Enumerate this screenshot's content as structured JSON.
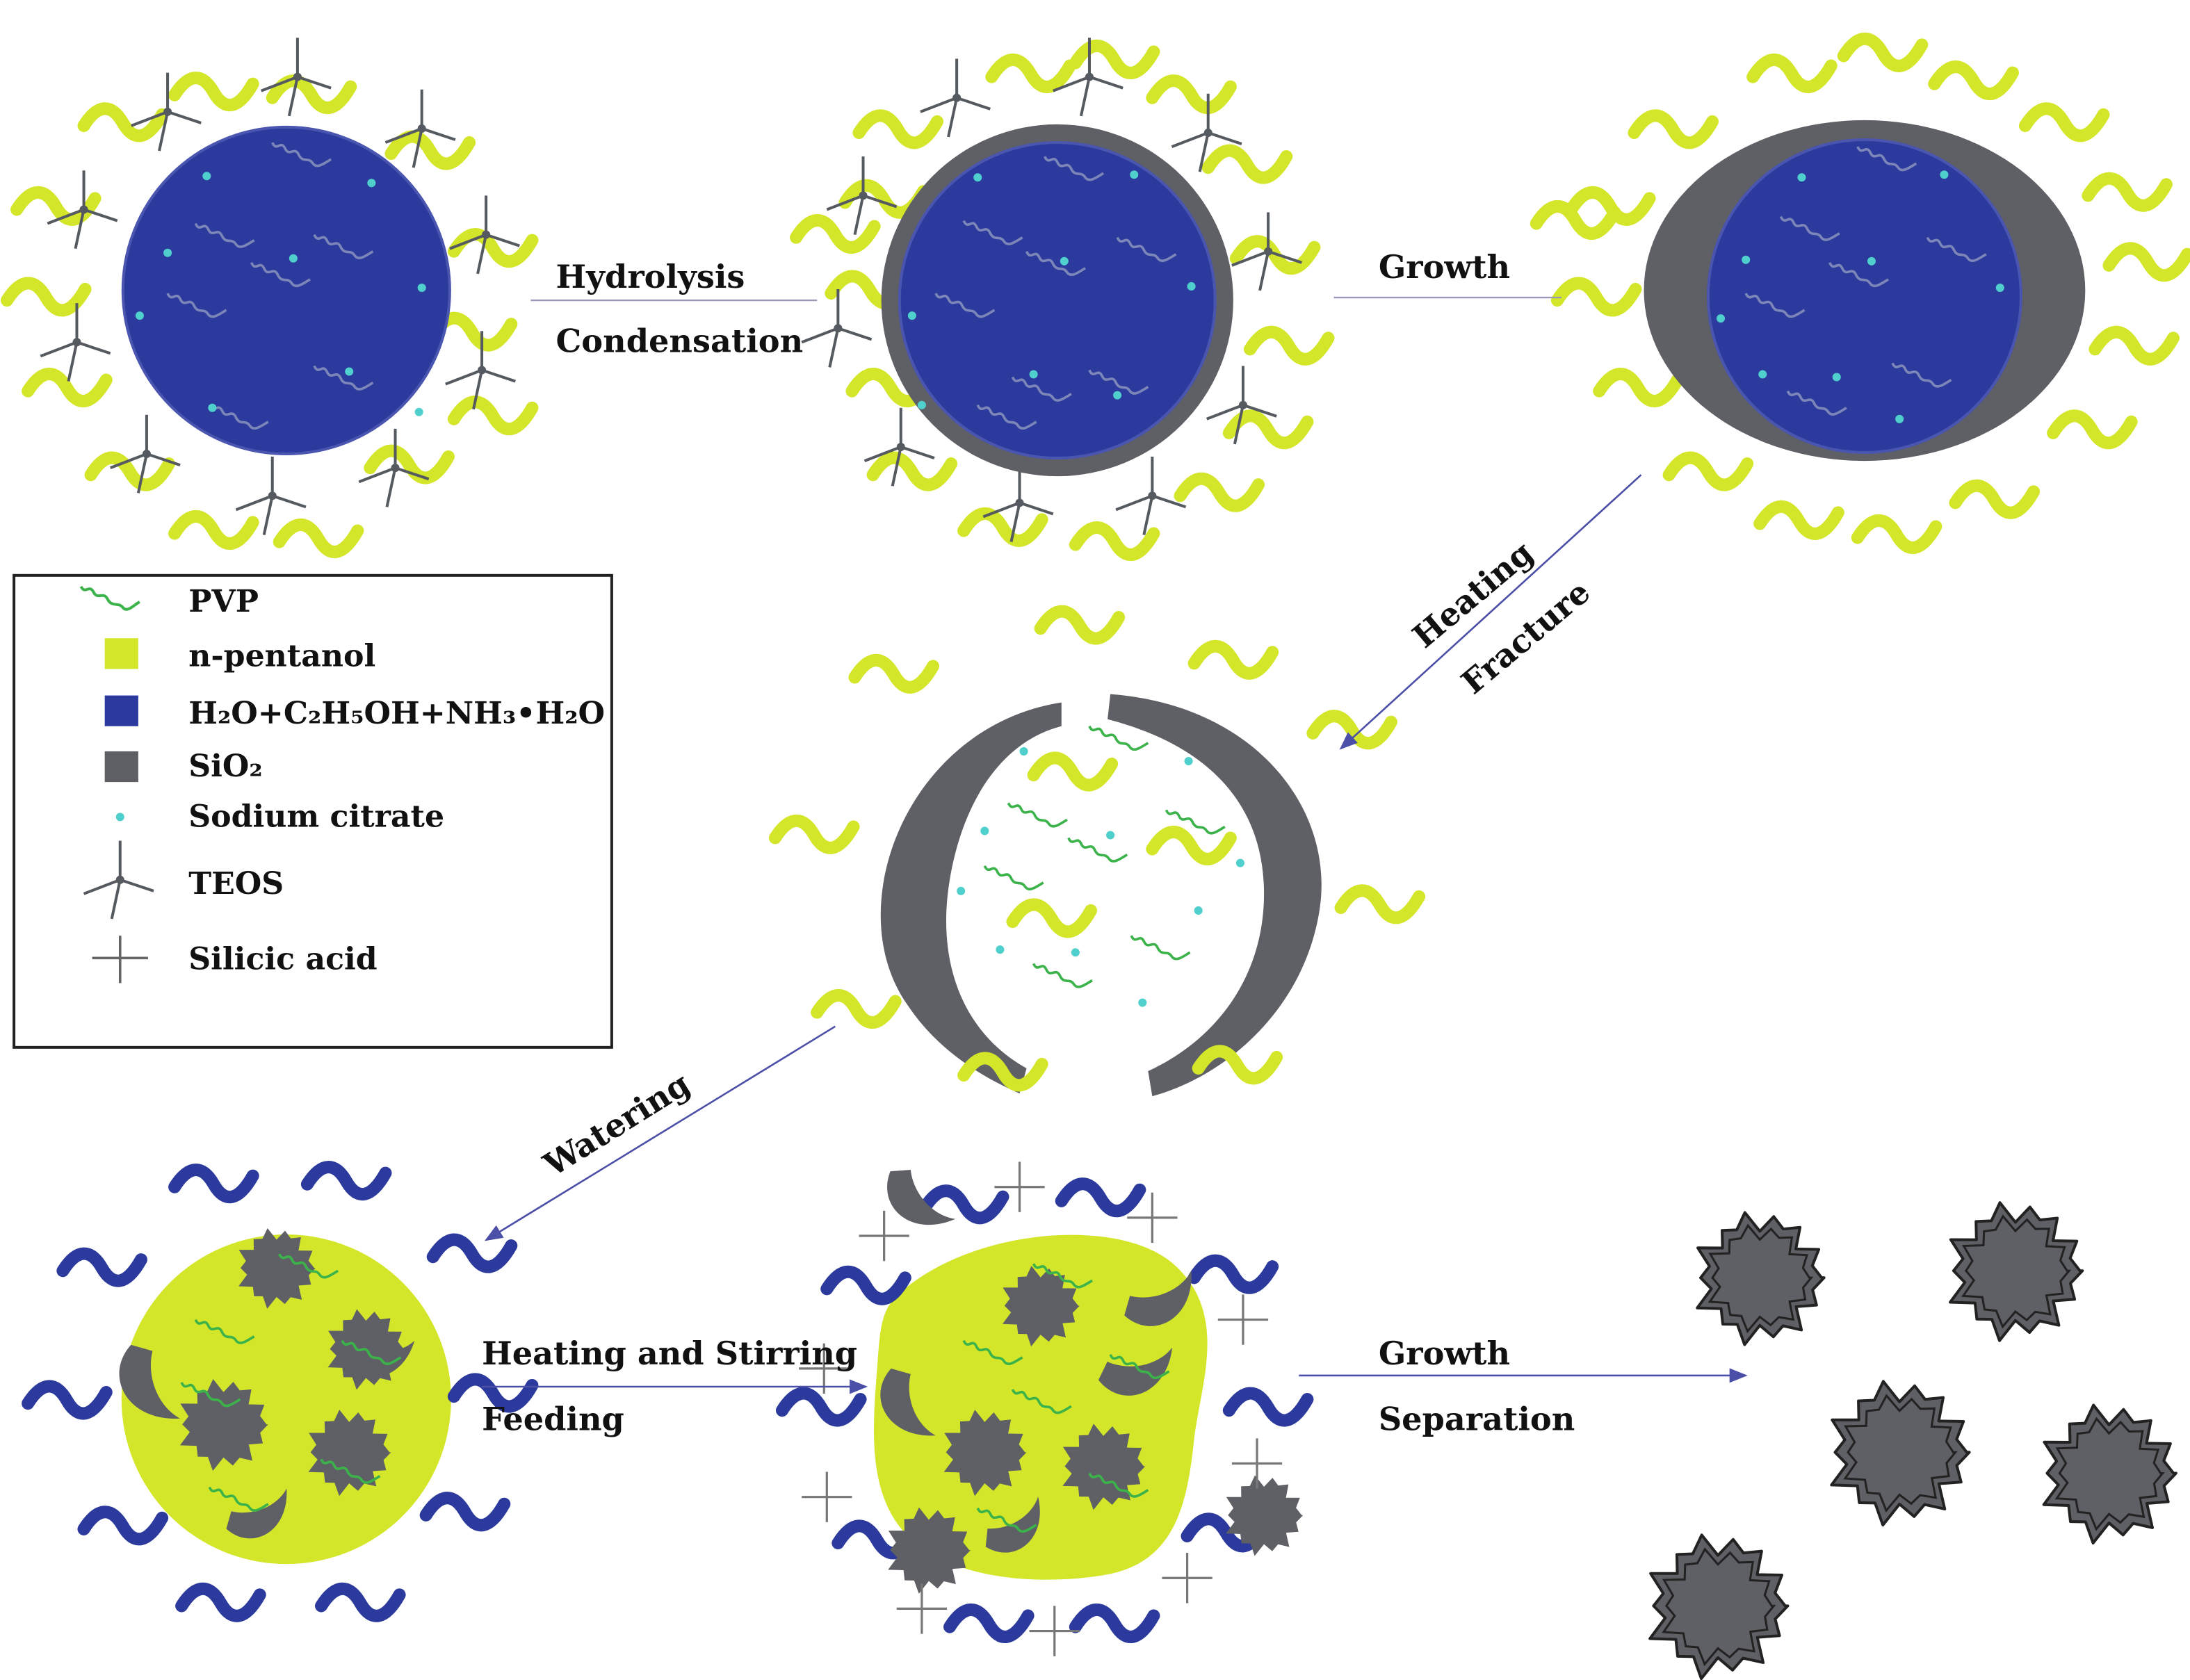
{
  "colors": {
    "pvp": "#3bb34a",
    "n_pentanol": "#d4e62a",
    "water_phase": "#2b3a9c",
    "sio2": "#5e6065",
    "sodium_citrate": "#4fd0cc",
    "teos": "#555a60",
    "arrow": "#4b4fa8"
  },
  "steps": {
    "step1": {
      "line1": "Hydrolysis",
      "line2": "Condensation"
    },
    "step2": {
      "line1": "Growth"
    },
    "step3": {
      "line1": "Heating",
      "line2": "Fracture"
    },
    "step4": {
      "line1": "Watering"
    },
    "step5": {
      "line1": "Heating and Stirring",
      "line2": "Feeding"
    },
    "step6": {
      "line1": "Growth",
      "line2": "Separation"
    }
  },
  "legend": {
    "items": [
      {
        "label": "PVP",
        "icon": "pvp-chain-icon"
      },
      {
        "label": "n-pentanol",
        "icon": "yellow-square-icon"
      },
      {
        "label": "H₂O+C₂H₅OH+NH₃•H₂O",
        "icon": "blue-square-icon"
      },
      {
        "label": "SiO₂",
        "icon": "gray-square-icon"
      },
      {
        "label": "Sodium citrate",
        "icon": "cyan-dot-icon"
      },
      {
        "label": "TEOS",
        "icon": "teos-icon"
      },
      {
        "label": "Silicic acid",
        "icon": "cross-icon"
      }
    ]
  }
}
